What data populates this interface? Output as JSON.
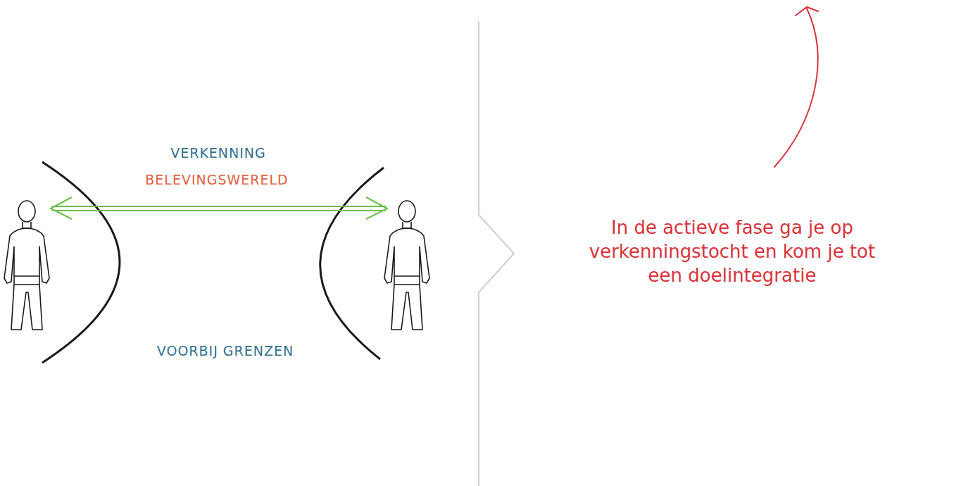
{
  "diagram": {
    "labels": [
      "VERKENNING",
      "BELEVINGSWERELD",
      "VOORBIJ GRENZEN",
      "In de actieve fase ga je op verkenningstocht en kom je tot een doelintegratie"
    ]
  }
}
